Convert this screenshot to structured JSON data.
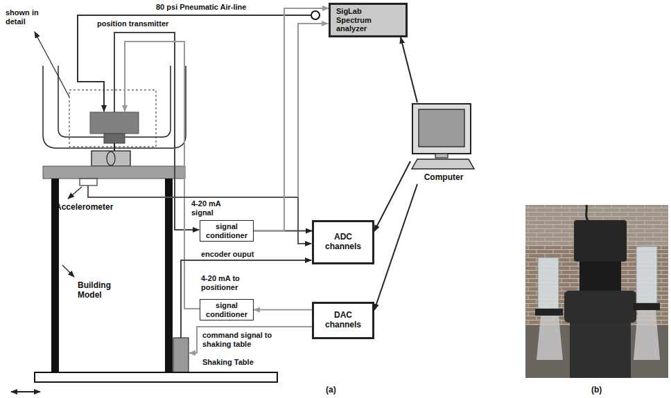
{
  "diagram": {
    "nodes": [
      {
        "text": [
          "SigLab Spectrum analyzer"
        ]
      },
      {
        "text": [
          "Computer"
        ]
      },
      {
        "text": [
          "signal conditioner"
        ]
      },
      {
        "text": [
          "ADC channels"
        ]
      },
      {
        "text": [
          "signal conditioner"
        ]
      },
      {
        "text": [
          "DAC channels"
        ]
      }
    ],
    "edges": [
      {
        "from": 1,
        "to": 0,
        "arrow": "to"
      },
      {
        "from": 1,
        "to": 3,
        "arrow": "to"
      },
      {
        "from": 1,
        "to": 5,
        "arrow": "to"
      },
      {
        "from": 2,
        "to": 3,
        "arrow": "to"
      },
      {
        "from": 2,
        "to": 0,
        "arrow": "to"
      },
      {
        "from": 5,
        "to": 4,
        "arrow": "to"
      }
    ],
    "labels": [
      "80 psi Pneumatic Air-line",
      "shown in detail",
      "position transmitter",
      "4-20 mA signal",
      "Accelerometer",
      "encoder ouput",
      "4-20 mA to positioner",
      "Building Model",
      "command signal to shaking table",
      "Shaking Table",
      "(a)",
      "(b)"
    ]
  }
}
